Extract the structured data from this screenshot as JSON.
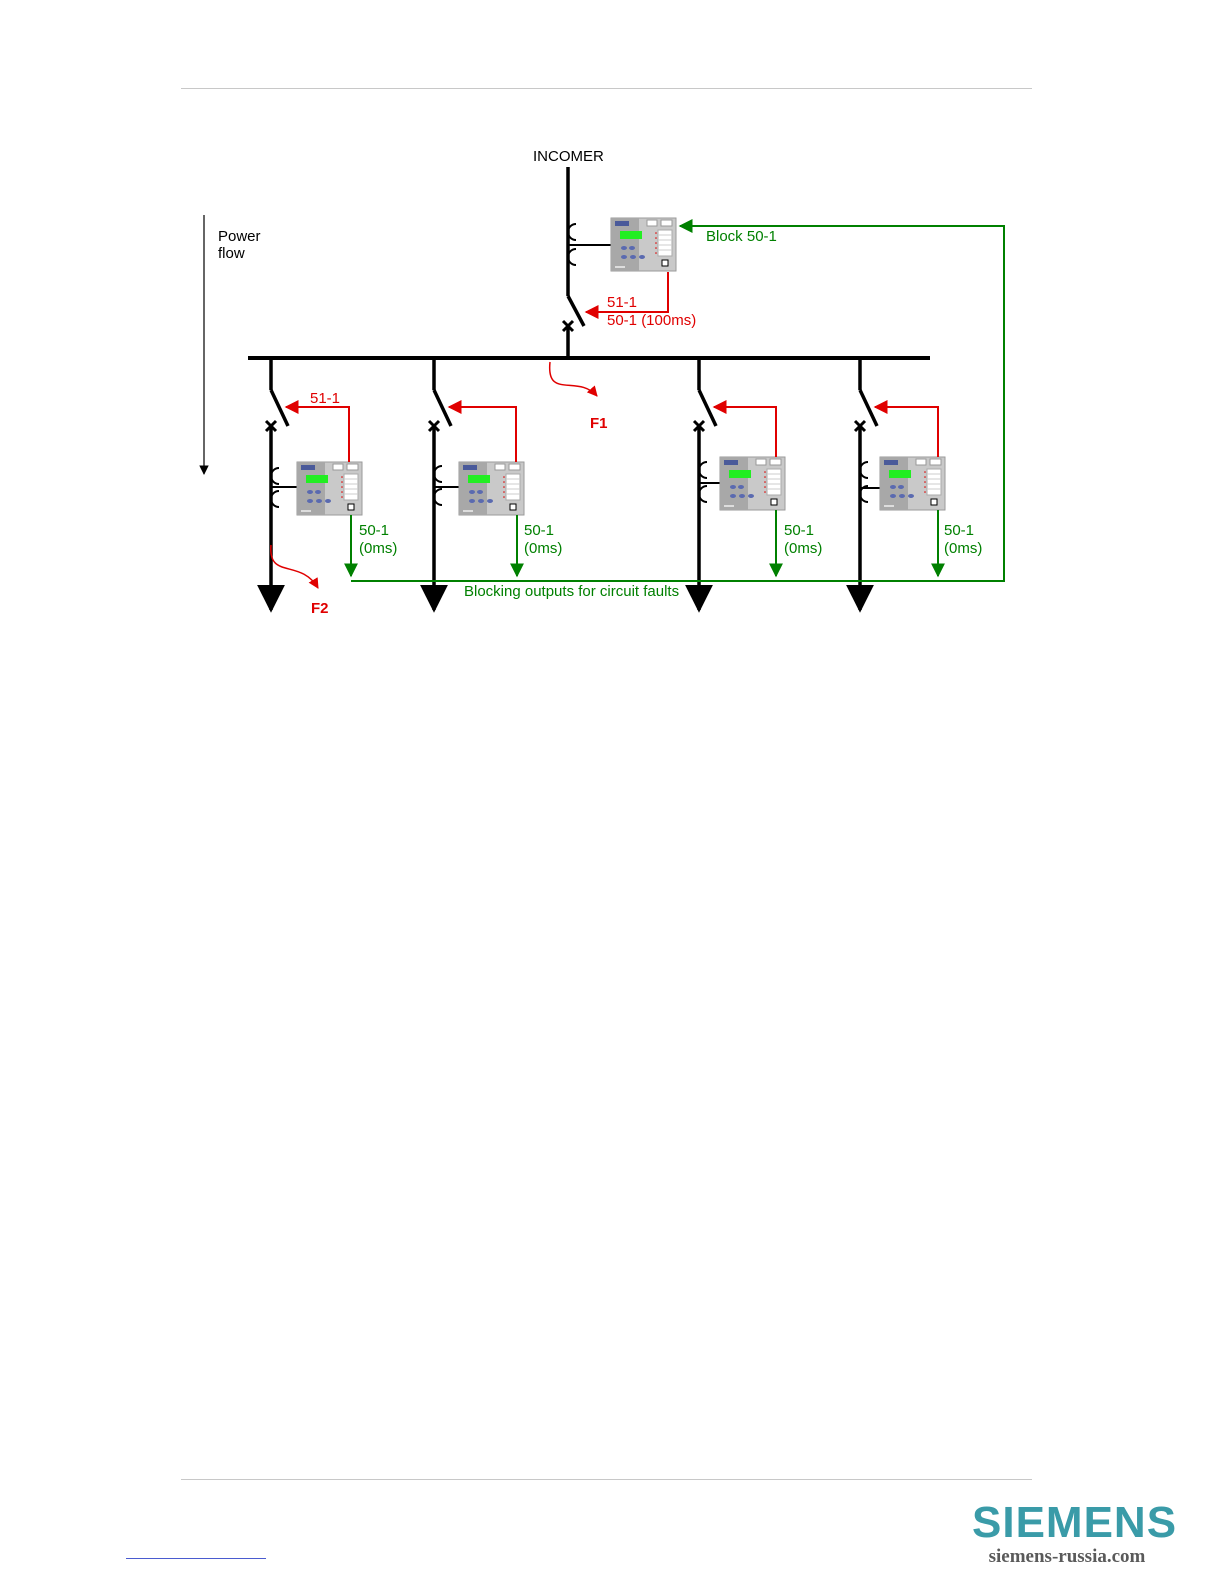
{
  "diagram": {
    "incomer_label": "INCOMER",
    "power_flow_label": [
      "Power",
      "flow"
    ],
    "block_label": "Block 50-1",
    "incomer_trip_labels": [
      "51-1",
      "50-1 (100ms)"
    ],
    "feeder_trip_label": "51-1",
    "feeder_block_labels": [
      "50-1",
      "(0ms)"
    ],
    "blocking_bus_label": "Blocking outputs for circuit faults",
    "fault_labels": [
      "F1",
      "F2"
    ],
    "colors": {
      "trip": "#e00000",
      "block": "#008000",
      "line": "#000000",
      "relay_display": "#22ee22"
    }
  },
  "footer": {
    "logo_word": "SIEMENS",
    "logo_sub": "siemens-russia.com"
  }
}
